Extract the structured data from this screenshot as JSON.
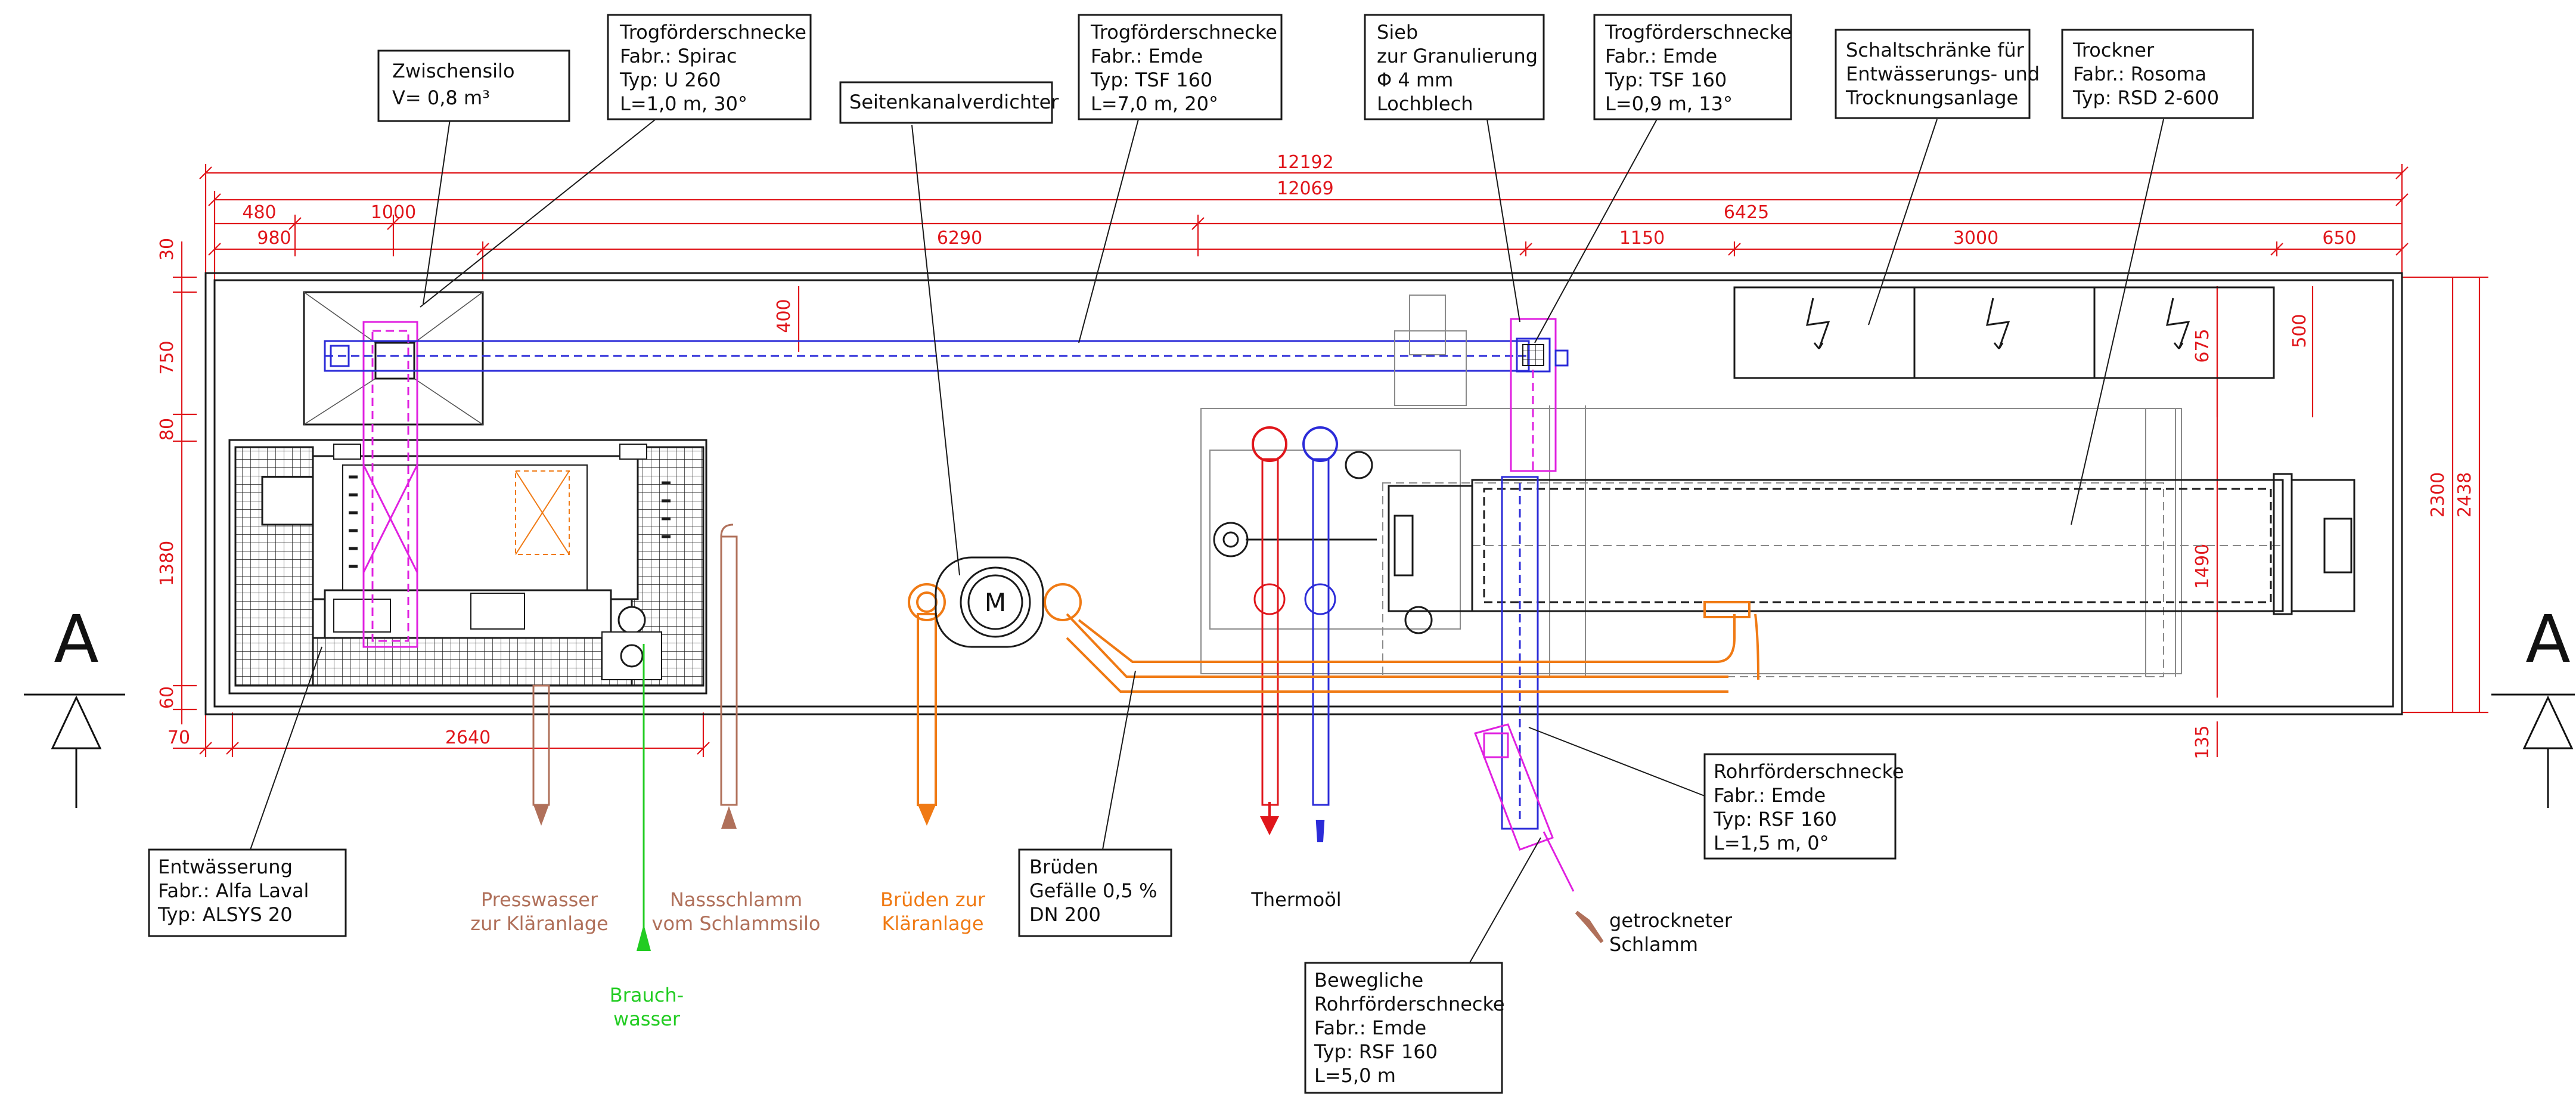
{
  "colors": {
    "dimension": "#e0161b",
    "pipe_blue": "#2b2bd8",
    "pipe_magenta": "#e020e0",
    "pipe_orange": "#f07a14",
    "pipe_brown": "#b0705a",
    "pipe_green": "#22cc22"
  },
  "section_marker": {
    "left": "A",
    "right": "A"
  },
  "labels": {
    "zwischensilo": {
      "lines": [
        "Zwischensilo",
        "V= 0,8 m³"
      ]
    },
    "trog_spirac": {
      "lines": [
        "Trogförderschnecke",
        "Fabr.: Spirac",
        "Typ:   U 260",
        "L=1,0 m, 30°"
      ]
    },
    "seitenkanal": {
      "lines": [
        "Seitenkanalverdichter"
      ]
    },
    "trog_tsf_7": {
      "lines": [
        "Trogförderschnecke",
        "Fabr.: Emde",
        "Typ:   TSF 160",
        "L=7,0 m, 20°"
      ]
    },
    "sieb": {
      "lines": [
        "Sieb",
        "zur Granulierung",
        "Φ 4 mm",
        "Lochblech"
      ]
    },
    "trog_tsf_09": {
      "lines": [
        "Trogförderschnecke",
        "Fabr.: Emde",
        "Typ:   TSF 160",
        "L=0,9 m, 13°"
      ]
    },
    "schaltschraenke": {
      "lines": [
        "Schaltschränke für",
        "Entwässerungs- und",
        "Trocknungsanlage"
      ]
    },
    "trockner": {
      "lines": [
        "Trockner",
        "Fabr.: Rosoma",
        "Typ:   RSD 2-600"
      ]
    },
    "entwaesserung": {
      "lines": [
        "Entwässerung",
        "Fabr.: Alfa Laval",
        "Typ: ALSYS 20"
      ]
    },
    "brueden": {
      "lines": [
        "Brüden",
        "Gefälle 0,5 %",
        "DN 200"
      ]
    },
    "rohr_rsf_15": {
      "lines": [
        "Rohrförderschnecke",
        "Fabr.: Emde",
        "Typ:   RSF 160",
        "L=1,5 m, 0°"
      ]
    },
    "bewegliche": {
      "lines": [
        "Bewegliche",
        "Rohrförderschnecke",
        "Fabr.: Emde",
        "Typ:   RSF 160",
        "L=5,0 m"
      ]
    }
  },
  "flows": {
    "presswasser": {
      "lines": [
        "Presswasser",
        "zur Kläranlage"
      ]
    },
    "nassschlamm": {
      "lines": [
        "Nassschlamm",
        "vom Schlammsilo"
      ]
    },
    "brauchwasser": {
      "lines": [
        "Brauch-",
        "wasser"
      ]
    },
    "brueden_kl": {
      "lines": [
        "Brüden zur",
        "Kläranlage"
      ]
    },
    "thermooel": {
      "lines": [
        "Thermoöl"
      ]
    },
    "getrockneter": {
      "lines": [
        "getrockneter",
        "Schlamm"
      ]
    }
  },
  "motor_symbol": "M",
  "dimensions": {
    "top_total_outer": "12192",
    "top_total_inner": "12069",
    "d480": "480",
    "d1000": "1000",
    "d6425": "6425",
    "d980": "980",
    "d6290": "6290",
    "d1150": "1150",
    "d3000": "3000",
    "d650": "650",
    "left_30": "30",
    "left_750": "750",
    "left_80": "80",
    "left_1380": "1380",
    "left_60": "60",
    "bottom_70": "70",
    "bottom_2640": "2640",
    "v400": "400",
    "v675": "675",
    "v500": "500",
    "v1490": "1490",
    "v135": "135",
    "right_2300": "2300",
    "right_2438": "2438"
  }
}
